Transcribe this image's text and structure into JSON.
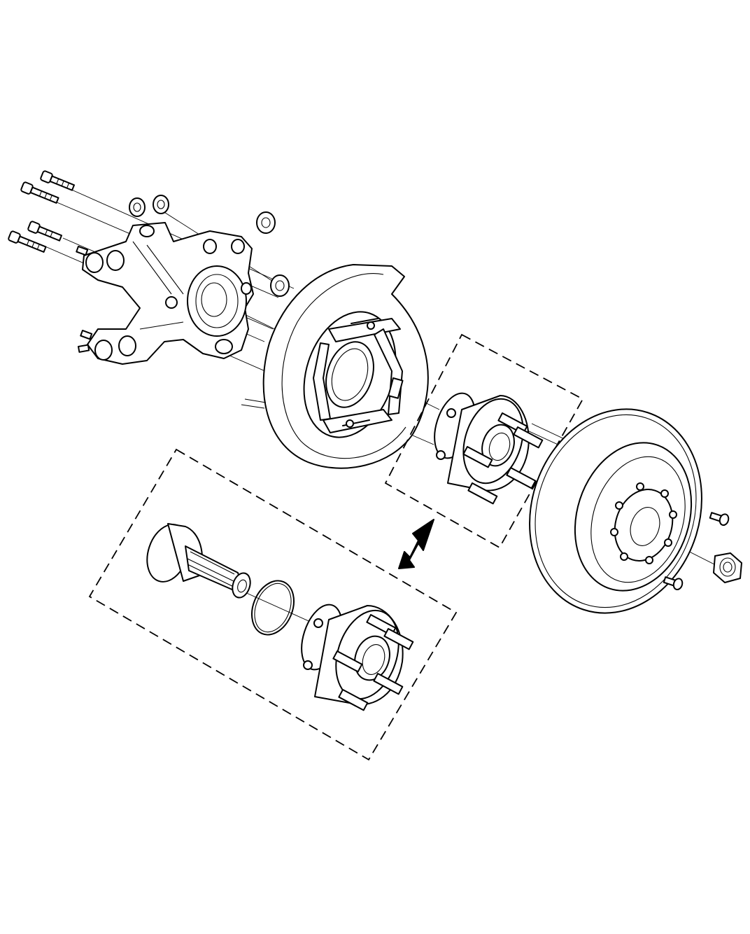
{
  "diagram": {
    "style": "exploded-view line drawing",
    "colors": {
      "stroke": "#000000",
      "background": "#ffffff"
    },
    "parts": [
      "knuckle",
      "knuckle-bolts",
      "knuckle-bushings",
      "backing-plate",
      "parking-brake-shoes",
      "hub-bearing-unit",
      "hub-bearing-unit-alt",
      "axle-spline-shaft",
      "o-ring",
      "brake-disc",
      "disc-screws",
      "spindle-nut"
    ],
    "indicators": [
      "double-arrow-icon",
      "dashed-group-box"
    ]
  }
}
